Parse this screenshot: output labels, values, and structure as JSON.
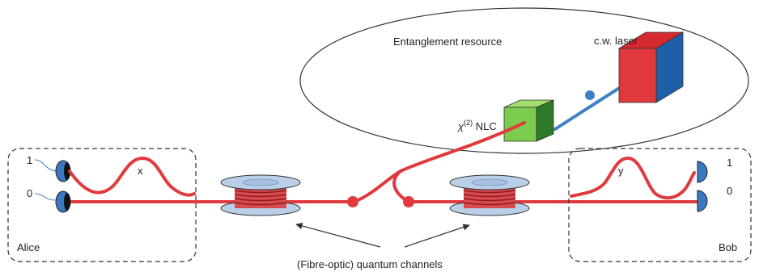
{
  "labels": {
    "entanglement_resource": "Entanglement resource",
    "laser": "c.w. laser",
    "nlc_chi": "χ",
    "nlc_sup": "(2)",
    "nlc_suffix": " NLC",
    "bit_one": "1",
    "bit_zero": "0",
    "alice": "Alice",
    "bob": "Bob",
    "x": "x",
    "y": "y",
    "channels": "(Fibre-optic) quantum channels"
  },
  "colors": {
    "fiber_red": "#e03a3e",
    "laser_blue": "#3f82c4",
    "cube_red": "#e0383c",
    "cube_red_top": "#d52a30",
    "cube_blue": "#1f5ea8",
    "cube_green": "#7ccd4f",
    "cube_green_top": "#a2dd6f",
    "cube_green_side": "#2e7a2a",
    "spool_fill": "#b9cfe8",
    "detector_blue": "#3a78c2",
    "outline": "#333333"
  },
  "icons": {
    "laser": "laser-cube-icon",
    "crystal": "nonlinear-crystal-cube-icon",
    "spool": "fiber-spool-icon",
    "detector": "photodetector-icon"
  }
}
